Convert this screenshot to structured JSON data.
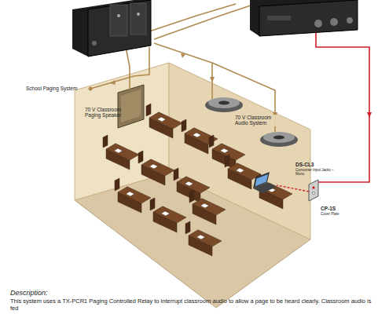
{
  "diagram": {
    "title": "Description:",
    "caption": "This system uses a TX-PCR1 Paging Controlled Relay to interrupt classroom audio to allow a page to be heard clearly.  Classroom audio is fed",
    "labels": [
      "School Paging System",
      "70 V Classroom Paging Speaker",
      "70 V Classroom Audio System",
      "DS-CL3",
      "Consumer Input Jacks – Mono",
      "CP-1S",
      "Cover Plate"
    ]
  }
}
